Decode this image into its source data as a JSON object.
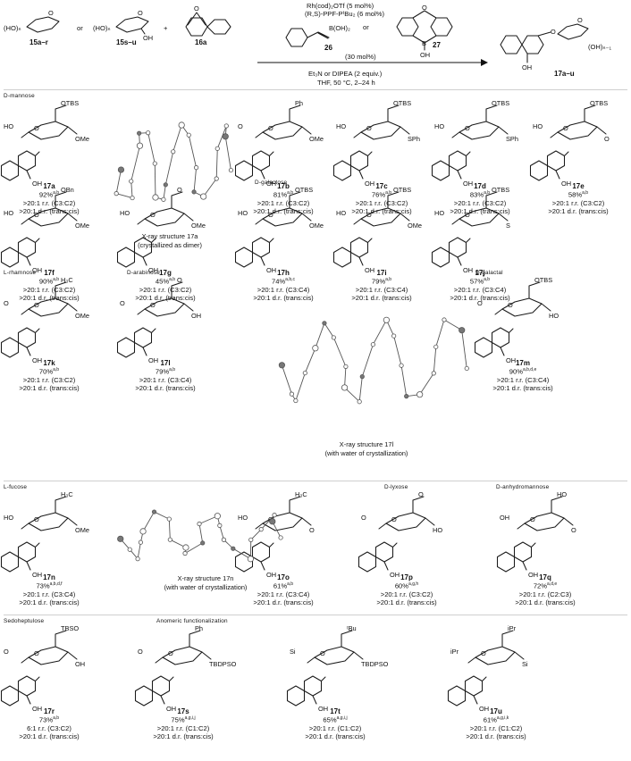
{
  "header": {
    "reactant_a": "15a–r",
    "reactant_b": "15s–u",
    "or_word": "or",
    "plus": "+",
    "reactant_c": "16a",
    "cond_line1": "Rh(cod)₂OTf (5 mol%)",
    "cond_line2": "(R,S)-PPF-PᵗBu₂ (6 mol%)",
    "cond_or": "or",
    "boronic_26": "26",
    "boronic_27": "27",
    "boronic_loading": "(30 mol%)",
    "cond_line4": "Et₃N or DIPEA (2 equiv.)",
    "cond_line5": "THF, 50 °C, 2–24 h",
    "product": "17a–u",
    "labels": {
      "b_oh2": "B(OH)₂",
      "o": "O",
      "b": "B",
      "oh": "OH",
      "ho_n": "(HO)ₙ",
      "oh_n1": "(OH)ₙ₋₁"
    }
  },
  "sections": {
    "mannose": "D-mannose",
    "galactose": "D-galactose",
    "rhamnose": "L-rhamnose",
    "arabinose": "D-arabinose",
    "galactal": "D-galactal",
    "fucose": "L-fucose",
    "lyxose": "D-lyxose",
    "anhydromannose": "D-anhydromannose",
    "sedoheptulose": "Sedoheptulose",
    "anomeric": "Anomeric functionalization"
  },
  "compounds": [
    {
      "id": "17a",
      "yield": "92%",
      "sup": "a,b",
      "rr": ">20:1 r.r. (C3:C2)",
      "dr": ">20:1 d.r. (trans:cis)"
    },
    {
      "id": "17b",
      "yield": "81%",
      "sup": "a,b",
      "rr": ">20:1 r.r. (C3:C2)",
      "dr": ">20:1 d.r. (trans:cis)"
    },
    {
      "id": "17c",
      "yield": "76%",
      "sup": "a,b",
      "rr": ">20:1 r.r. (C3:C2)",
      "dr": ">20:1 d.r. (trans:cis)"
    },
    {
      "id": "17d",
      "yield": "83%",
      "sup": "a,b",
      "rr": ">20:1 r.r. (C3:C2)",
      "dr": ">20:1 d.r. (trans:cis)"
    },
    {
      "id": "17e",
      "yield": "58%",
      "sup": "a,b",
      "rr": ">20:1 r.r. (C3:C2)",
      "dr": ">20:1 d.r. (trans:cis)"
    },
    {
      "id": "17f",
      "yield": "90%",
      "sup": "a,b",
      "rr": ">20:1 r.r. (C3:C2)",
      "dr": ">20:1 d.r. (trans:cis)"
    },
    {
      "id": "17g",
      "yield": "45%",
      "sup": "a,b",
      "rr": ">20:1 r.r. (C3:C2)",
      "dr": ">20:1 d.r. (trans:cis)"
    },
    {
      "id": "17h",
      "yield": "74%",
      "sup": "a,b,c",
      "rr": ">20:1 r.r. (C3:C4)",
      "dr": ">20:1 d.r. (trans:cis)"
    },
    {
      "id": "17i",
      "yield": "79%",
      "sup": "a,b",
      "rr": ">20:1 r.r. (C3:C4)",
      "dr": ">20:1 d.r. (trans:cis)"
    },
    {
      "id": "17j",
      "yield": "57%",
      "sup": "a,b",
      "rr": ">20:1 r.r. (C3:C4)",
      "dr": ">20:1 d.r. (trans:cis)"
    },
    {
      "id": "17k",
      "yield": "70%",
      "sup": "a,b",
      "rr": ">20:1 r.r. (C3:C2)",
      "dr": ">20:1 d.r. (trans:cis)"
    },
    {
      "id": "17l",
      "yield": "79%",
      "sup": "a,b",
      "rr": ">20:1 r.r. (C3:C4)",
      "dr": ">20:1 d.r. (trans:cis)"
    },
    {
      "id": "17m",
      "yield": "90%",
      "sup": "a,b,d,e",
      "rr": ">20:1 r.r. (C3:C4)",
      "dr": ">20:1 d.r. (trans:cis)"
    },
    {
      "id": "17n",
      "yield": "73%",
      "sup": "a,b,d,f",
      "rr": ">20:1 r.r. (C3:C4)",
      "dr": ">20:1 d.r. (trans:cis)"
    },
    {
      "id": "17o",
      "yield": "61%",
      "sup": "a,b",
      "rr": ">20:1 r.r. (C3:C4)",
      "dr": ">20:1 d.r. (trans:cis)"
    },
    {
      "id": "17p",
      "yield": "60%",
      "sup": "a,g,h",
      "rr": ">20:1 r.r. (C3:C2)",
      "dr": ">20:1 d.r. (trans:cis)"
    },
    {
      "id": "17q",
      "yield": "72%",
      "sup": "a,d,e",
      "rr": ">20:1 r.r. (C2:C3)",
      "dr": ">20:1 d.r. (trans:cis)"
    },
    {
      "id": "17r",
      "yield": "73%",
      "sup": "a,b",
      "rr": "6:1 r.r. (C3:C2)",
      "dr": ">20:1 d.r. (trans:cis)"
    },
    {
      "id": "17s",
      "yield": "75%",
      "sup": "a,g,i,j",
      "rr": ">20:1 r.r. (C1:C2)",
      "dr": ">20:1 d.r. (trans:cis)"
    },
    {
      "id": "17t",
      "yield": "65%",
      "sup": "a,g,i,j",
      "rr": ">20:1 r.r. (C1:C2)",
      "dr": ">20:1 d.r. (trans:cis)"
    },
    {
      "id": "17u",
      "yield": "61%",
      "sup": "a,g,i,k",
      "rr": ">20:1 r.r. (C1:C2)",
      "dr": ">20:1 d.r. (trans:cis)"
    }
  ],
  "xray": [
    {
      "line1": "X-ray structure 17a",
      "line2": "(crystallized as dimer)"
    },
    {
      "line1": "X-ray structure 17l",
      "line2": "(with water of crystallization)"
    },
    {
      "line1": "X-ray structure 17n",
      "line2": "(with water of crystallization)"
    }
  ],
  "substituents": {
    "otbs": "OTBS",
    "ome": "OMe",
    "oh": "OH",
    "ho": "HO",
    "o": "O",
    "sph": "SPh",
    "obn": "OBn",
    "ph": "Ph",
    "h3c": "H₃C",
    "tbso": "TBSO",
    "tbdpso": "TBDPSO",
    "tbu": "ᵗBu",
    "ipr": "iPr",
    "si": "Si",
    "s": "S"
  }
}
